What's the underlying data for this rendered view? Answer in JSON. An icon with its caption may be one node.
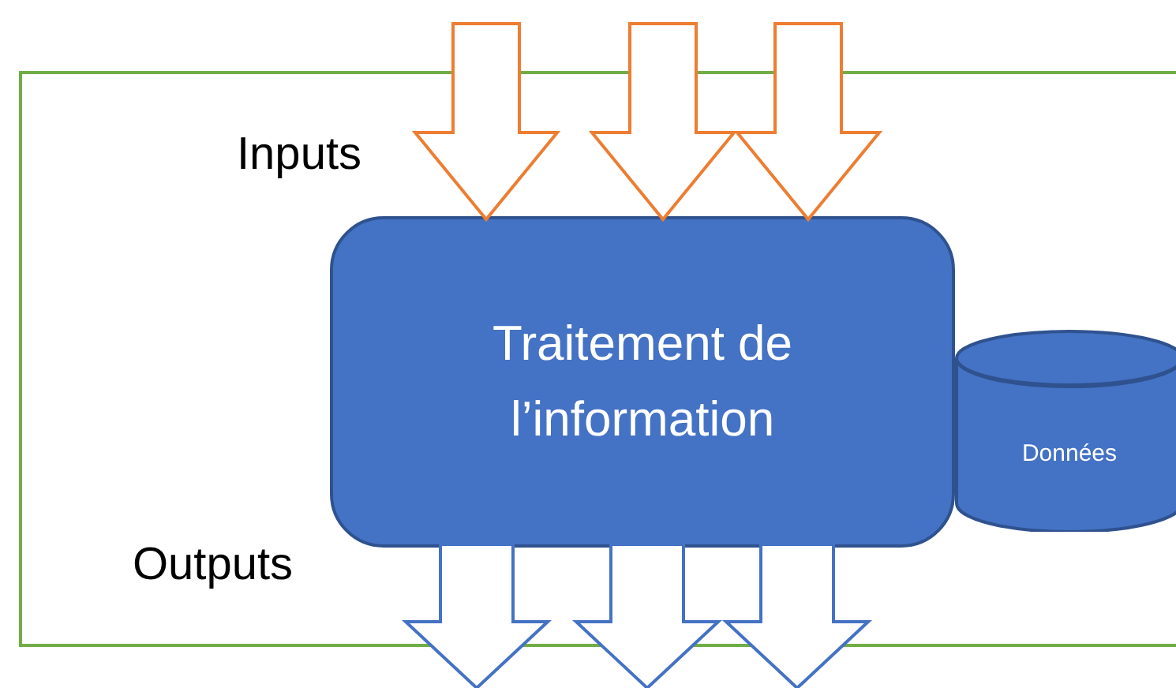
{
  "diagram": {
    "nodes": [
      {
        "text": [],
        "shape": "box"
      },
      {
        "text": [
          "Traitement de l’information"
        ],
        "in": 0
      },
      {
        "text": [
          "Données"
        ],
        "in": 0
      }
    ],
    "edges": [
      {
        "from": null,
        "to": 1,
        "arrow": "to",
        "style": "thick",
        "color": "#ed7d31"
      },
      {
        "from": null,
        "to": 1,
        "arrow": "to",
        "style": "thick",
        "color": "#ed7d31"
      },
      {
        "from": null,
        "to": 1,
        "arrow": "to",
        "style": "thick",
        "color": "#ed7d31"
      },
      {
        "from": 1,
        "to": null,
        "arrow": "to",
        "style": "thick",
        "color": "#4472c4"
      },
      {
        "from": 1,
        "to": null,
        "arrow": "to",
        "style": "thick",
        "color": "#4472c4"
      },
      {
        "from": 1,
        "to": null,
        "arrow": "to",
        "style": "thick",
        "color": "#4472c4"
      }
    ],
    "labels": [
      "Inputs",
      "Outputs"
    ]
  }
}
